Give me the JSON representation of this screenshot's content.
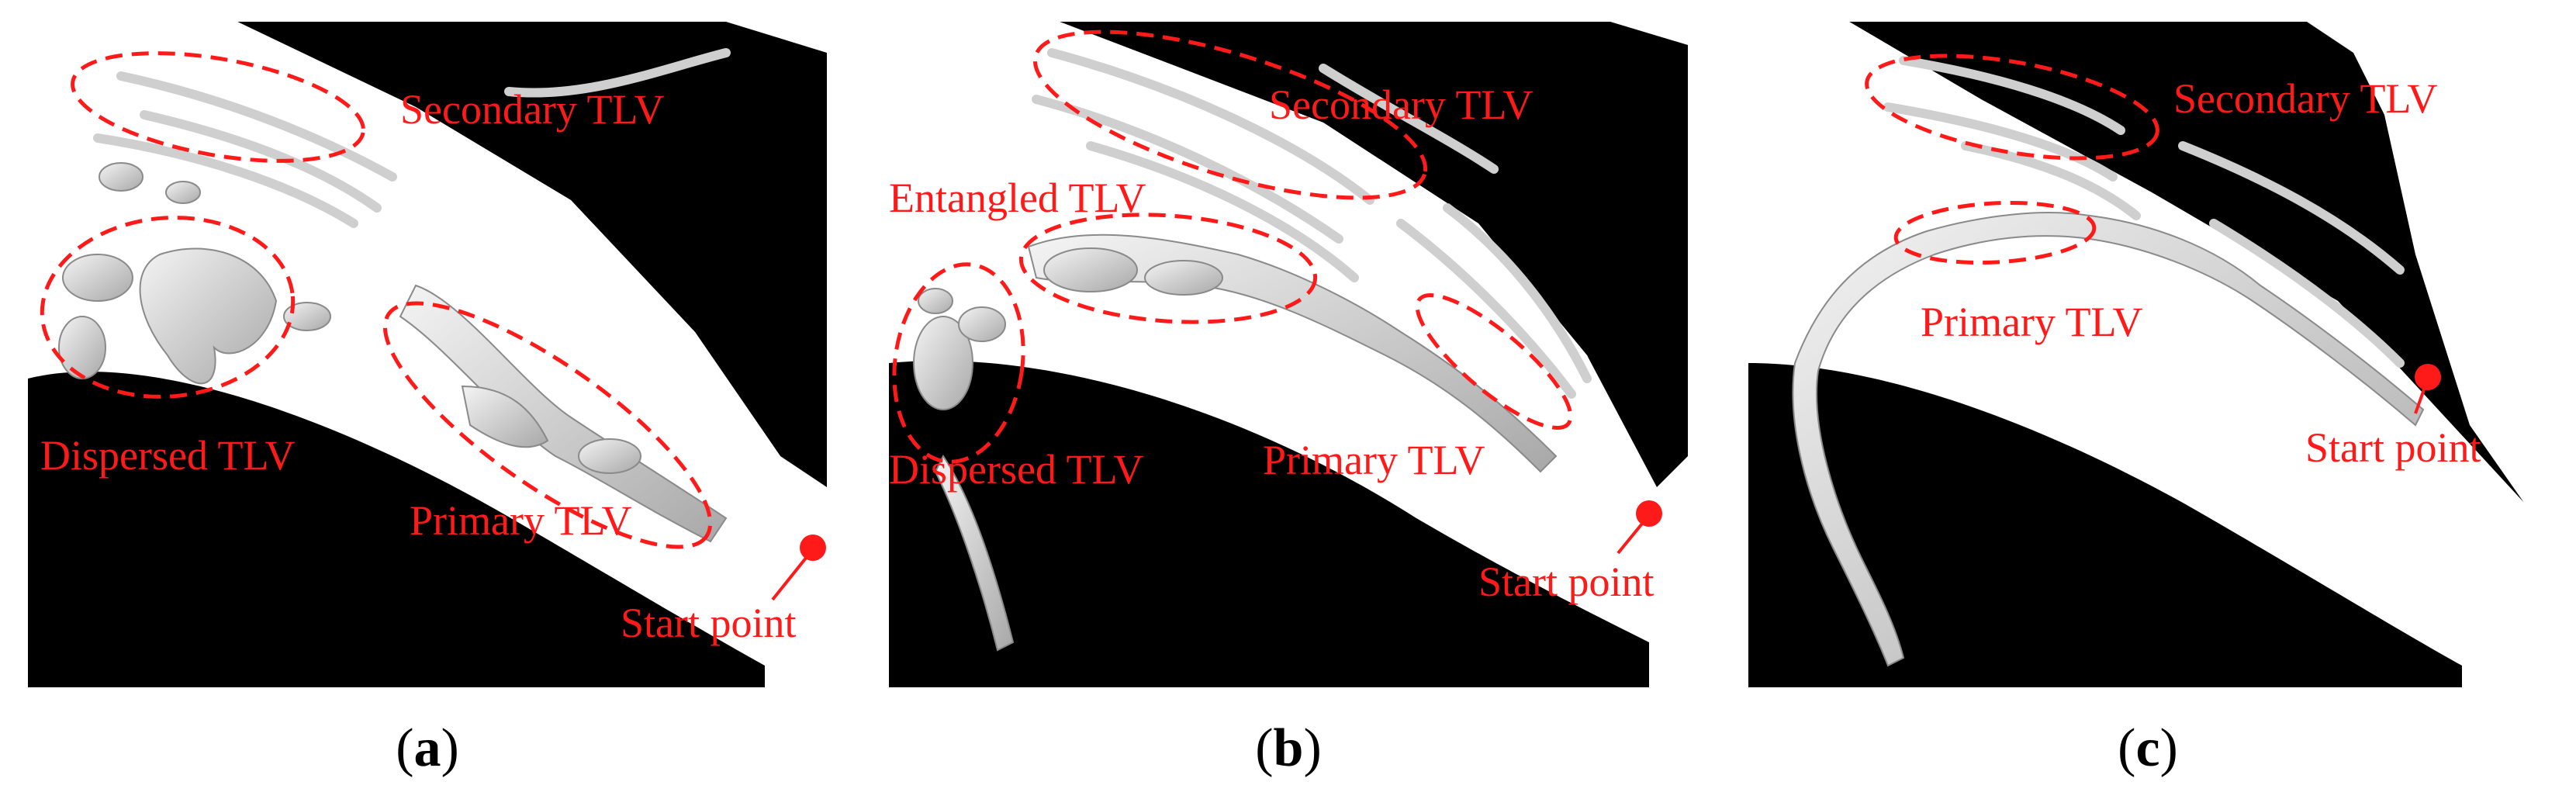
{
  "colors": {
    "annotation": "#ff1a1a",
    "blade": "#000000",
    "vortex_surface": "#dcdcdc",
    "background": "#ffffff"
  },
  "panels": [
    {
      "id": "a",
      "caption_open": "(",
      "caption_letter": "a",
      "caption_close": ")",
      "labels": {
        "secondary": "Secondary TLV",
        "dispersed": "Dispersed TLV",
        "primary": "Primary TLV",
        "start": "Start point"
      }
    },
    {
      "id": "b",
      "caption_open": "(",
      "caption_letter": "b",
      "caption_close": ")",
      "labels": {
        "secondary": "Secondary TLV",
        "entangled": "Entangled TLV",
        "dispersed": "Dispersed TLV",
        "primary": "Primary TLV",
        "start": "Start point"
      }
    },
    {
      "id": "c",
      "caption_open": "(",
      "caption_letter": "c",
      "caption_close": ")",
      "labels": {
        "secondary": "Secondary TLV",
        "primary": "Primary TLV",
        "start": "Start point"
      }
    }
  ]
}
